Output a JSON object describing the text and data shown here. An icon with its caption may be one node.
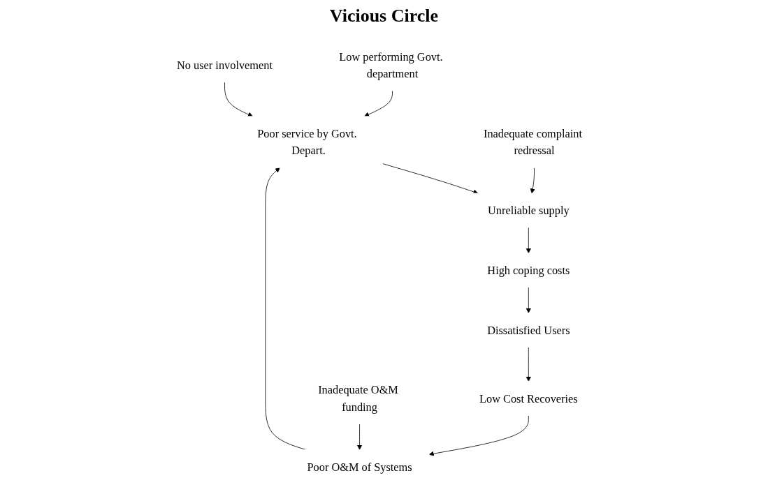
{
  "diagram": {
    "nodes": [
      {
        "text": [
          "Low performing Govt. department"
        ]
      },
      {
        "text": [
          "No user involvement"
        ]
      },
      {
        "text": [
          "Poor service by Govt. Depart."
        ]
      },
      {
        "text": [
          "Inadequate complaint redressal"
        ]
      },
      {
        "text": [
          "Unreliable supply"
        ]
      },
      {
        "text": [
          "High coping costs"
        ]
      },
      {
        "text": [
          "Dissatisfied Users"
        ]
      },
      {
        "text": [
          "Low Cost Recoveries"
        ]
      },
      {
        "text": [
          "Poor O&M of Systems"
        ]
      },
      {
        "text": [
          "Inadequate O&M funding"
        ]
      }
    ],
    "edges": [
      {
        "from": 0,
        "to": 2,
        "arrow": "to"
      },
      {
        "from": 1,
        "to": 2,
        "arrow": "to"
      },
      {
        "from": 2,
        "to": 4,
        "arrow": "to"
      },
      {
        "from": 3,
        "to": 4,
        "arrow": "to"
      },
      {
        "from": 4,
        "to": 5,
        "arrow": "to"
      },
      {
        "from": 5,
        "to": 6,
        "arrow": "to"
      },
      {
        "from": 6,
        "to": 7,
        "arrow": "to"
      },
      {
        "from": 7,
        "to": 8,
        "arrow": "to"
      },
      {
        "from": 8,
        "to": 2,
        "arrow": "to"
      },
      {
        "from": 9,
        "to": 8,
        "arrow": "to"
      }
    ],
    "labels": [
      "Vicious Circle"
    ]
  }
}
